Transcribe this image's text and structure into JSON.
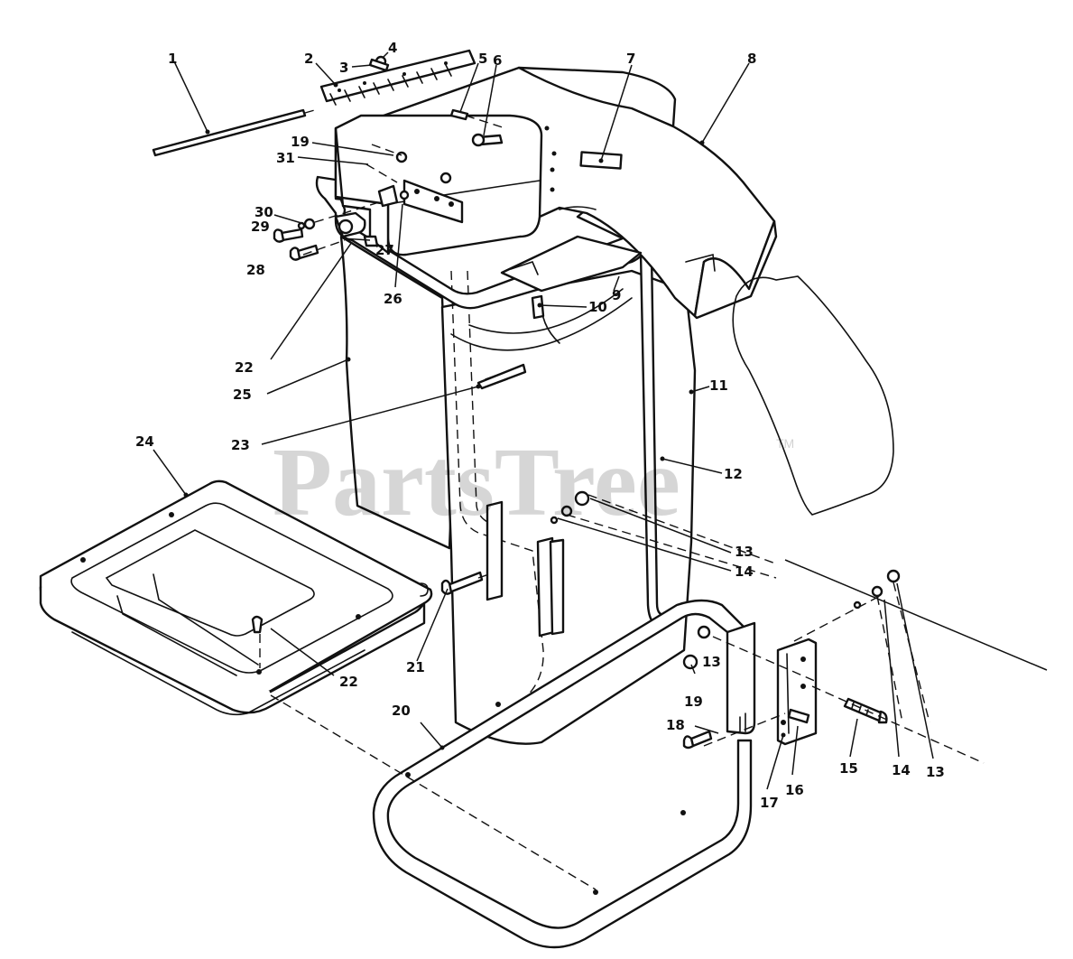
{
  "diagram": {
    "watermark": "PartsTree",
    "trademark": "TM",
    "callouts": [
      "1",
      "2",
      "3",
      "4",
      "5",
      "6",
      "7",
      "8",
      "19",
      "31",
      "30",
      "29",
      "27",
      "28",
      "26",
      "22",
      "25",
      "10",
      "9",
      "11",
      "23",
      "12",
      "24",
      "13",
      "14",
      "21",
      "22",
      "13",
      "19",
      "18",
      "20",
      "15",
      "14",
      "13",
      "17",
      "16"
    ]
  }
}
